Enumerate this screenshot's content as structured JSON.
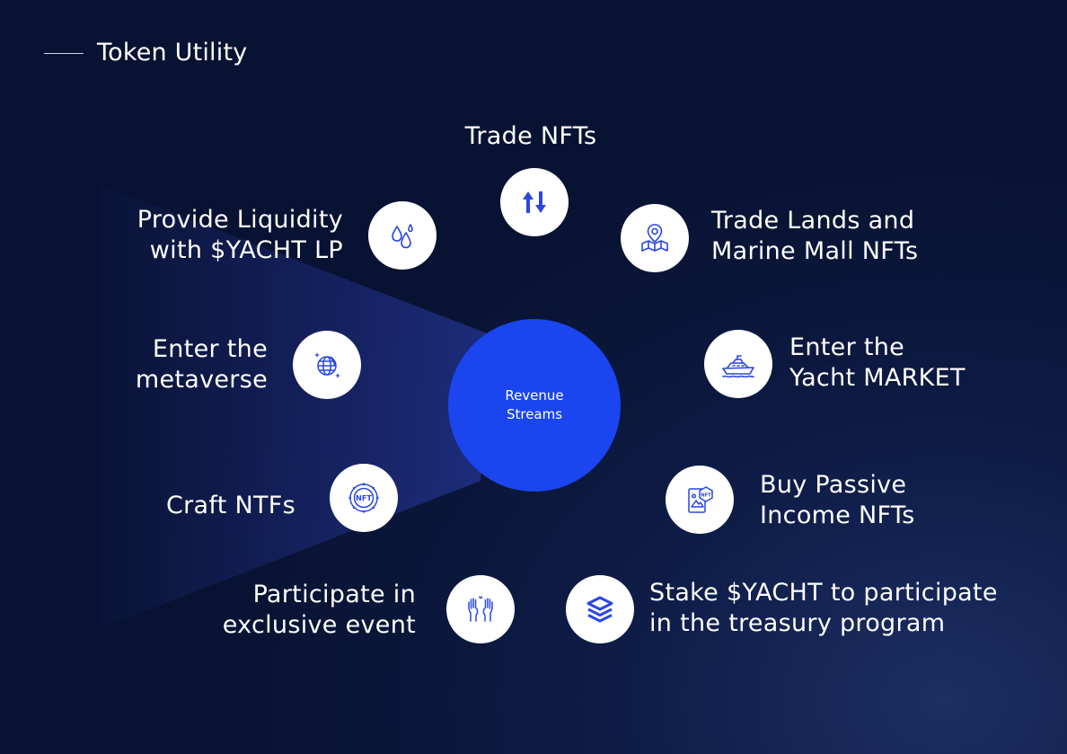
{
  "header": {
    "title": "Token Utility"
  },
  "hub": {
    "label": "Revenue Streams"
  },
  "colors": {
    "background": "#0b1739",
    "hub": "#1b45ee",
    "icon_stroke": "#2a47e0",
    "icon_fill": "#ffffff"
  },
  "nodes": [
    {
      "id": "trade-nfts",
      "icon": "up-down-arrows-icon",
      "lines": [
        "Trade NFTs"
      ]
    },
    {
      "id": "trade-lands",
      "icon": "map-pin-icon",
      "lines": [
        "Trade Lands and",
        "Marine Mall NFTs"
      ]
    },
    {
      "id": "yacht-market",
      "icon": "yacht-icon",
      "lines": [
        "Enter the",
        "Yacht MARKET"
      ]
    },
    {
      "id": "passive-income",
      "icon": "nft-document-icon",
      "lines": [
        "Buy Passive",
        "Income NFTs"
      ]
    },
    {
      "id": "stake",
      "icon": "layers-icon",
      "lines": [
        "Stake $YACHT to participate",
        "in the treasury program"
      ]
    },
    {
      "id": "exclusive-event",
      "icon": "raised-hands-icon",
      "lines": [
        "Participate in",
        "exclusive event"
      ]
    },
    {
      "id": "craft",
      "icon": "nft-gear-icon",
      "lines": [
        "Craft NTFs"
      ]
    },
    {
      "id": "metaverse",
      "icon": "globe-icon",
      "lines": [
        "Enter the",
        "metaverse"
      ]
    },
    {
      "id": "liquidity",
      "icon": "droplets-icon",
      "lines": [
        "Provide Liquidity",
        "with $YACHT LP"
      ]
    }
  ]
}
